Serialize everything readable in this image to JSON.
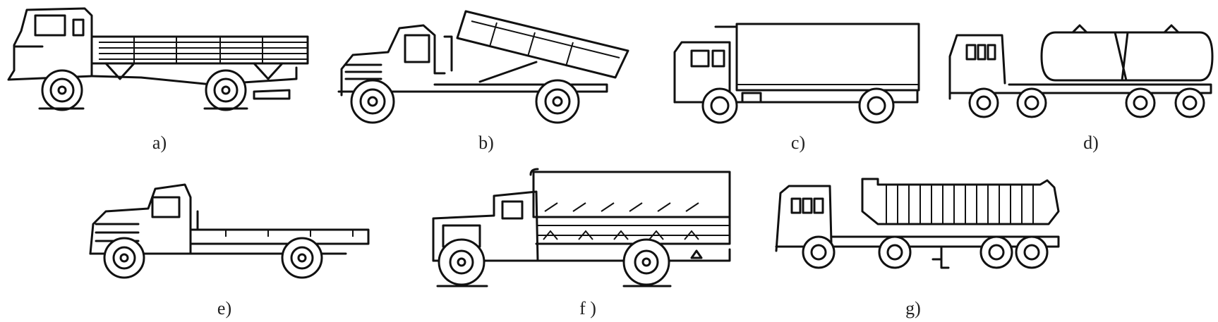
{
  "figure": {
    "background": "#ffffff",
    "line_color": "#111111",
    "panels": [
      {
        "id": "a",
        "label": "a)",
        "vehicle": "flatbed-stake-truck"
      },
      {
        "id": "b",
        "label": "b)",
        "vehicle": "dump-truck-raised-bed"
      },
      {
        "id": "c",
        "label": "c)",
        "vehicle": "box-van-truck"
      },
      {
        "id": "d",
        "label": "d)",
        "vehicle": "tanker-truck"
      },
      {
        "id": "e",
        "label": "e)",
        "vehicle": "flatbed-truck"
      },
      {
        "id": "f",
        "label": "f )",
        "vehicle": "covered-cargo-truck"
      },
      {
        "id": "g",
        "label": "g)",
        "vehicle": "semi-trailer-dump-truck"
      }
    ]
  }
}
